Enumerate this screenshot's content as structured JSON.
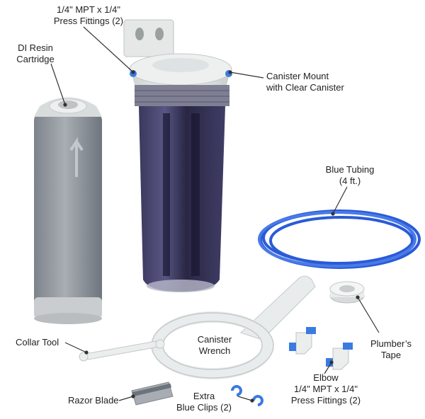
{
  "labels": {
    "press_fittings_top": [
      "1/4\" MPT x 1/4\"",
      "Press Fittings (2)"
    ],
    "di_resin": [
      "DI Resin",
      "Cartridge"
    ],
    "canister_mount": [
      "Canister Mount",
      "with Clear Canister"
    ],
    "blue_tubing": [
      "Blue Tubing",
      "(4 ft.)"
    ],
    "collar_tool": "Collar Tool",
    "canister_wrench": [
      "Canister",
      "Wrench"
    ],
    "plumbers_tape": [
      "Plumber’s",
      "Tape"
    ],
    "elbow": [
      "Elbow",
      "1/4\" MPT x 1/4\"",
      "Press Fittings (2)"
    ],
    "razor_blade": "Razor Blade",
    "extra_clips": [
      "Extra",
      "Blue Clips (2)"
    ]
  },
  "colors": {
    "tubing": "#2a5bd7",
    "canister": "#1c1a3d",
    "cartridge": "#8e939a",
    "plastic": "#e9ecec",
    "clip": "#3a7be0"
  }
}
